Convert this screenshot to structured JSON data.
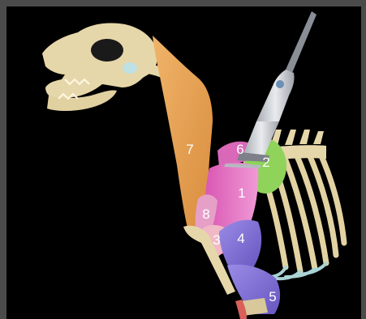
{
  "figure": {
    "colors": {
      "frame": "#4b4b4b",
      "background": "#000000",
      "bone": "#e6d7aa",
      "muscle_orange": "#e5a155",
      "muscle_pink": "#e06fbe",
      "muscle_green": "#8fd35a",
      "muscle_purple": "#8a7ad8",
      "probe": "#c9ccd2"
    },
    "labels": [
      {
        "id": "m1",
        "text": "1"
      },
      {
        "id": "m2",
        "text": "2"
      },
      {
        "id": "m3",
        "text": "3"
      },
      {
        "id": "m4",
        "text": "4"
      },
      {
        "id": "m5",
        "text": "5"
      },
      {
        "id": "m6",
        "text": "6"
      },
      {
        "id": "m7",
        "text": "7"
      },
      {
        "id": "m8",
        "text": "8"
      }
    ]
  }
}
